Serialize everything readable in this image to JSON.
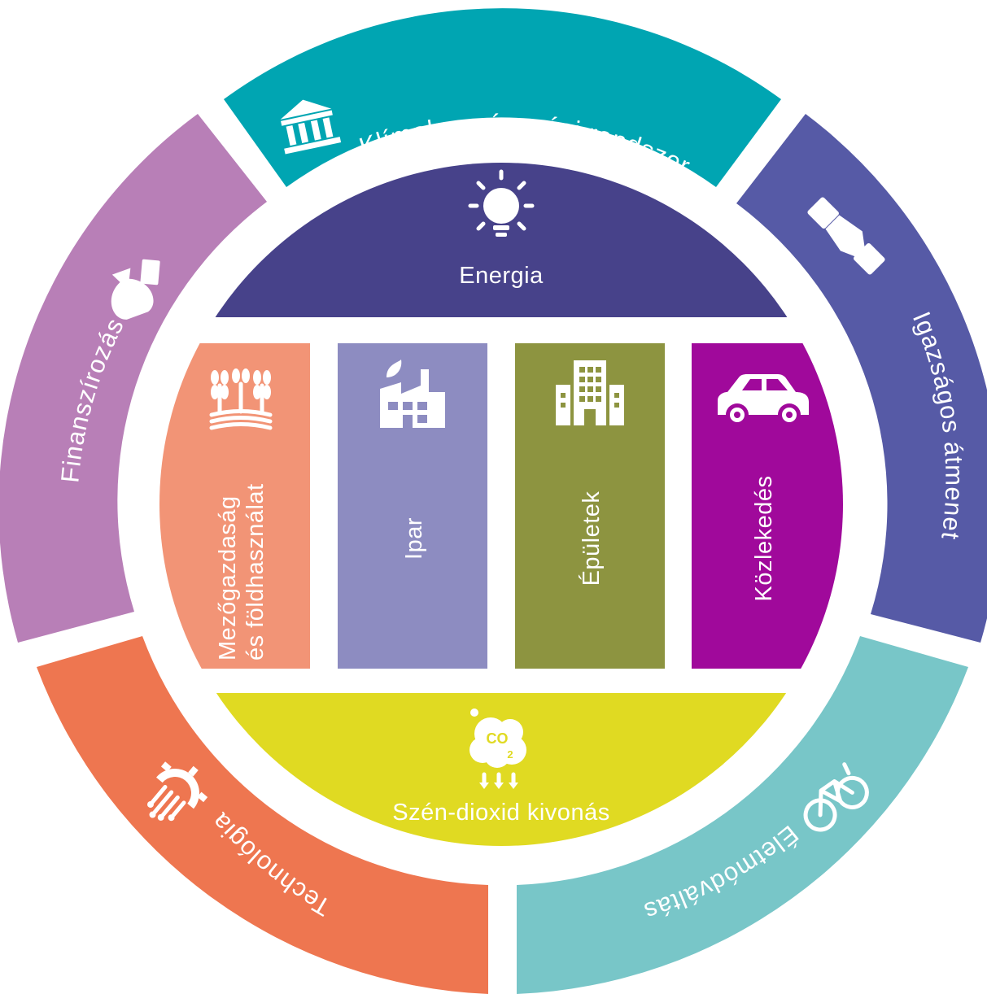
{
  "outer_ring": [
    {
      "id": "klima",
      "label": "Klímakormányzási rendszer",
      "color": "#00a5b2",
      "icon": "institution-building-icon"
    },
    {
      "id": "igazsagos",
      "label": "Igazságos átmenet",
      "color": "#565aa6",
      "icon": "handshake-icon"
    },
    {
      "id": "eletmod",
      "label": "Életmódváltás",
      "color": "#78c6c8",
      "icon": "bicycle-icon"
    },
    {
      "id": "technologia",
      "label": "Technológia",
      "color": "#ee7650",
      "icon": "circuit-gear-icon"
    },
    {
      "id": "finanszirozas",
      "label": "Finanszírozás",
      "color": "#b87fb7",
      "icon": "money-bag-icon"
    }
  ],
  "core": {
    "energia": {
      "label": "Energia",
      "color": "#47428a",
      "icon": "lightbulb-icon"
    },
    "sectors": [
      {
        "id": "mezogazdasag",
        "label_line1": "Mezőgazdaság",
        "label_line2": "és földhasználat",
        "color": "#f29476",
        "icon": "wheat-field-icon"
      },
      {
        "id": "ipar",
        "label": "Ipar",
        "color": "#8d8cc1",
        "icon": "factory-icon"
      },
      {
        "id": "epuletek",
        "label": "Épületek",
        "color": "#8d9440",
        "icon": "office-building-icon"
      },
      {
        "id": "kozlekedes",
        "label": "Közlekedés",
        "color": "#a0099b",
        "icon": "car-icon"
      }
    ],
    "szen": {
      "label": "Szén-dioxid kivonás",
      "color": "#e0da22",
      "icon": "co2-capture-icon",
      "icon_text": "CO",
      "icon_sub": "2"
    }
  }
}
